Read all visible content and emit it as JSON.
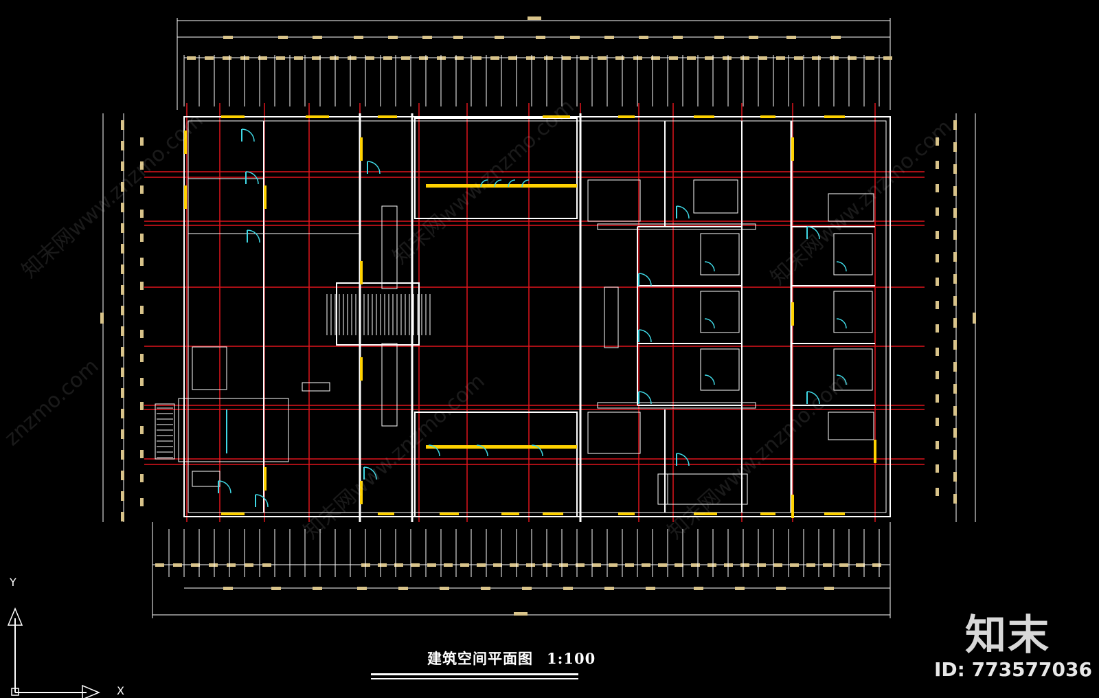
{
  "drawing": {
    "title": "建筑空间平面图",
    "scale": "1:100",
    "colors": {
      "background": "#000000",
      "walls": "#ffffff",
      "axis_grid": "#e0141c",
      "dimensions": "#d8c38a",
      "windows": "#ffd200",
      "doors": "#3fd9e6"
    }
  },
  "ucs_icon": {
    "x_label": "X",
    "y_label": "Y"
  },
  "brand": {
    "logo_text": "知末",
    "image_id": "ID: 773577036"
  },
  "watermarks": [
    "知末网www.znzmo.com",
    "知末网www.znzmo.com",
    "知末网www.znzmo.com",
    "知末网www.znzmo.com",
    "znzmo.com",
    "知末网www.znzmo.com"
  ]
}
